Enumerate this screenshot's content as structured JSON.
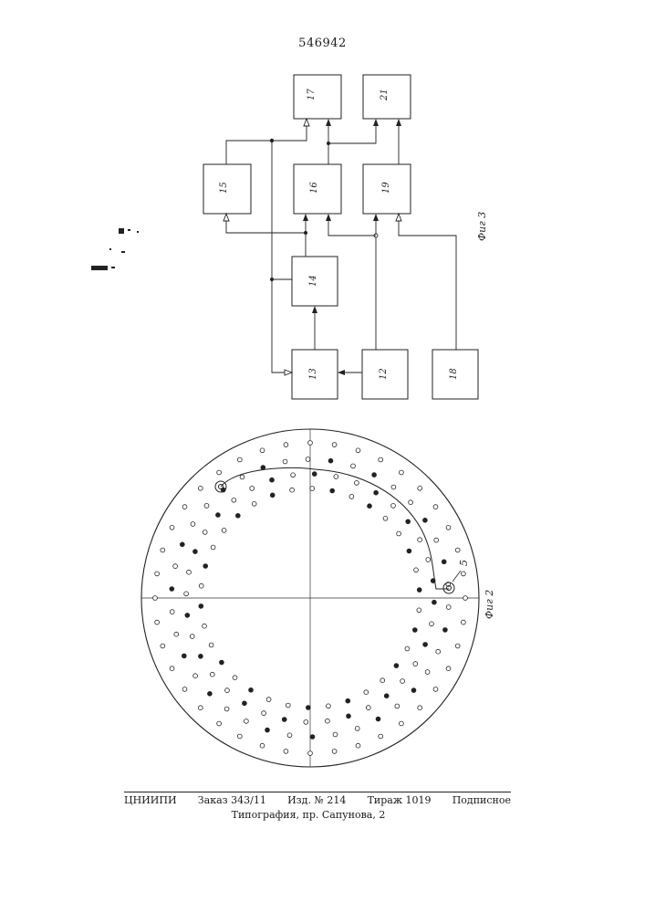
{
  "document": {
    "patent_number": "546942"
  },
  "figures": {
    "fig2_label": "Фиг 2",
    "fig3_label": "Фиг 3",
    "fig2_callout": "5"
  },
  "block_diagram": {
    "blocks": [
      "17",
      "21",
      "15",
      "16",
      "19",
      "14",
      "13",
      "12",
      "18"
    ]
  },
  "footer": {
    "org": "ЦНИИПИ",
    "order": "Заказ 343/11",
    "edition": "Изд. № 214",
    "circulation": "Тираж 1019",
    "subscription": "Подписное",
    "printing": "Типография, пр. Сапунова, 2"
  }
}
